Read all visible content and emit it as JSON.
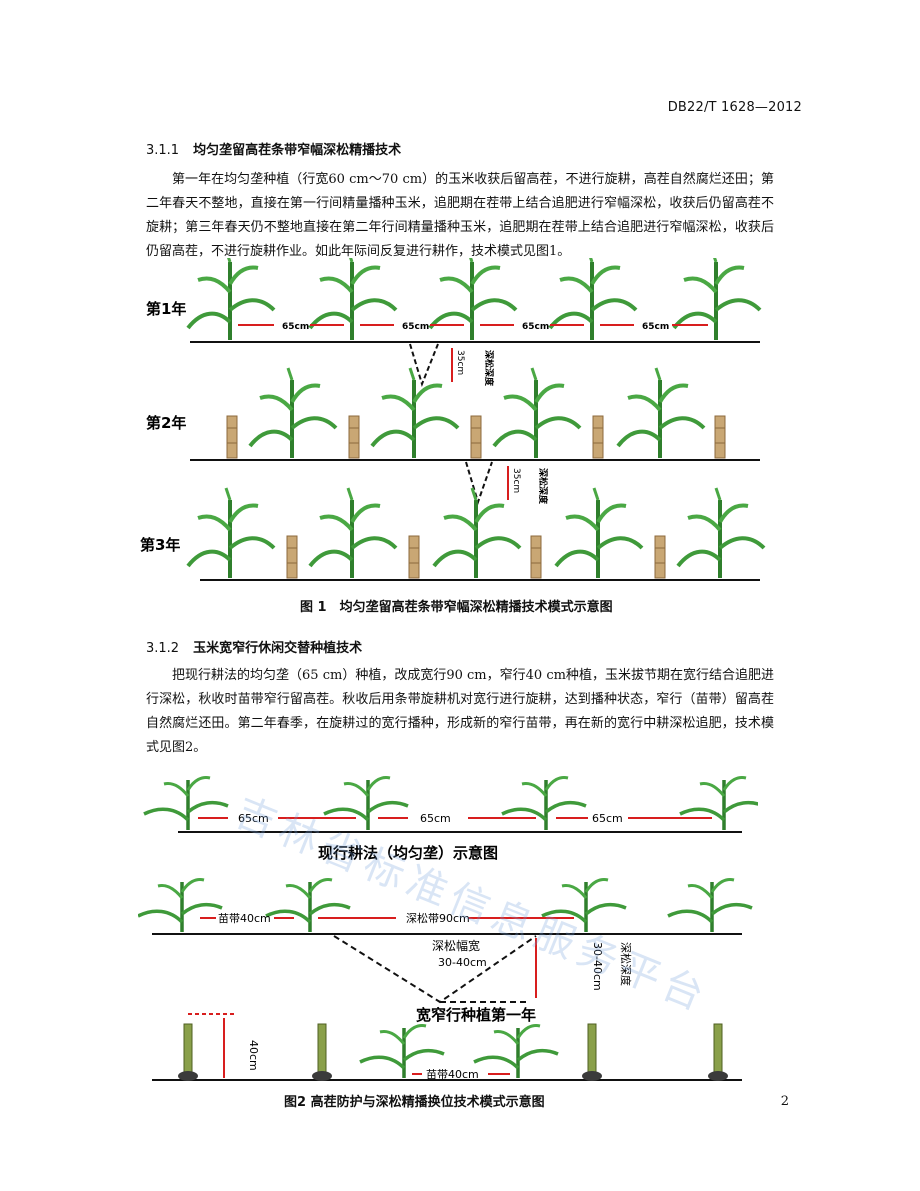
{
  "header": {
    "doc_id": "DB22/T 1628—2012"
  },
  "section_1": {
    "number": "3.1.1",
    "title": "均匀垄留高茬条带窄幅深松精播技术",
    "paragraph": "第一年在均匀垄种植（行宽60 cm～70 cm）的玉米收获后留高茬，不进行旋耕，高茬自然腐烂还田；第二年春天不整地，直接在第一行间精量播种玉米，追肥期在茬带上结合追肥进行窄幅深松，收获后仍留高茬不旋耕；第三年春天仍不整地直接在第二年行间精量播种玉米，追肥期在茬带上结合追肥进行窄幅深松，收获后仍留高茬，不进行旋耕作业。如此年际间反复进行耕作，技术模式见图1。"
  },
  "figure_1": {
    "row_labels": [
      "第1年",
      "第2年",
      "第3年"
    ],
    "spacing_labels": [
      "65cm",
      "65cm",
      "65cm",
      "65cm"
    ],
    "depth_label": "35cm",
    "vertical_note": "深松深度",
    "caption": "图 1　均匀垄留高茬条带窄幅深松精播技术模式示意图"
  },
  "section_2": {
    "number": "3.1.2",
    "title": "玉米宽窄行休闲交替种植技术",
    "paragraph": "把现行耕法的均匀垄（65 cm）种植，改成宽行90 cm，窄行40 cm种植，玉米拔节期在宽行结合追肥进行深松，秋收时苗带窄行留高茬。秋收后用条带旋耕机对宽行进行旋耕，达到播种状态，窄行（苗带）留高茬自然腐烂还田。第二年春季，在旋耕过的宽行播种，形成新的窄行苗带，再在新的宽行中耕深松追肥，技术模式见图2。"
  },
  "figure_2": {
    "spacing_labels": [
      "65cm",
      "65cm",
      "65cm"
    ],
    "subtitle_1": "现行耕法（均匀垄）示意图",
    "seedling_band": "苗带40cm",
    "subsoil_band": "深松带90cm",
    "subsoil_width": "深松幅宽",
    "subsoil_width_value": "30-40cm",
    "depth_value": "30-40cm",
    "depth_label": "深松深度",
    "subtitle_2": "宽窄行种植第一年",
    "stubble_height": "40cm",
    "seedling_band_bottom": "苗带40cm",
    "caption": "图2 高茬防护与深松精播换位技术模式示意图"
  },
  "watermark": "吉林省标准信息服务平台",
  "footer": {
    "page_number": "2"
  },
  "colors": {
    "plant_green": "#3f9a3a",
    "arrow_red": "#d81e1e",
    "stubble_tan": "#c9a774"
  }
}
